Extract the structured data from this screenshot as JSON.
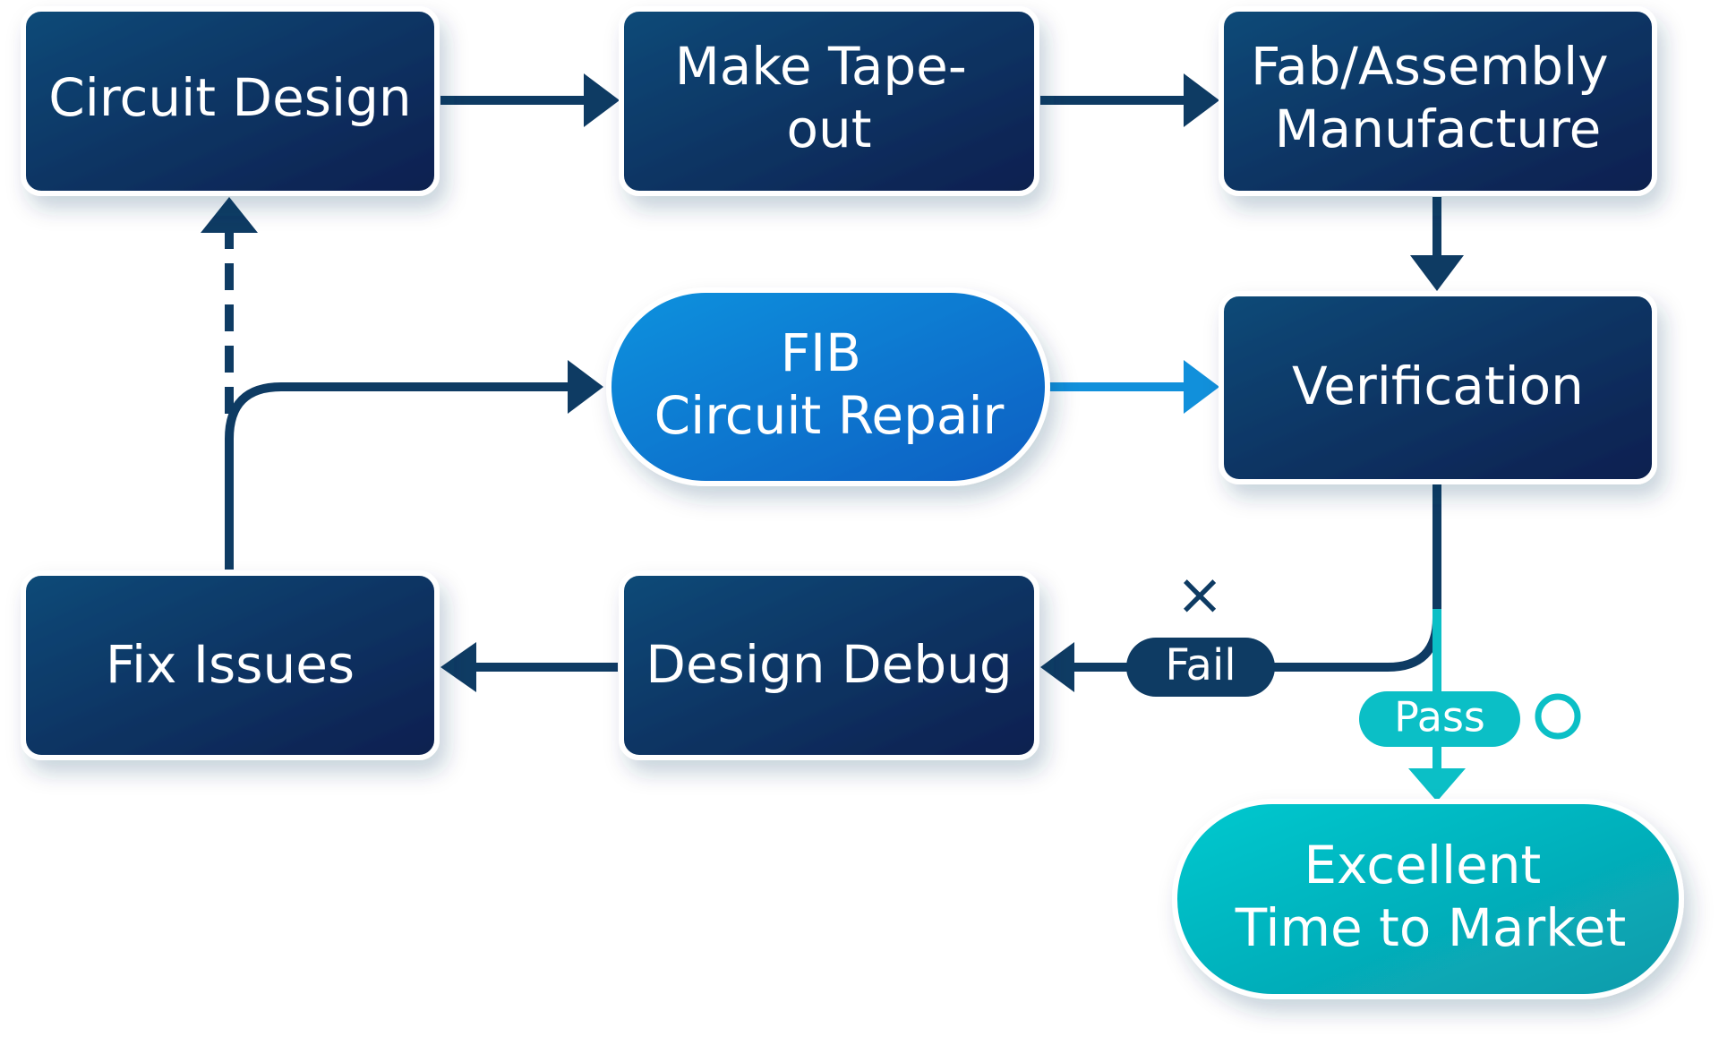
{
  "nodes": {
    "circuit_design": {
      "lines": [
        "Circuit Design"
      ]
    },
    "make_tapeout": {
      "lines": [
        "Make Tape-",
        "out"
      ]
    },
    "fab_assembly": {
      "lines": [
        "Fab/Assembly",
        "Manufacture"
      ]
    },
    "fib_repair": {
      "lines": [
        "FIB",
        "Circuit Repair"
      ]
    },
    "verification": {
      "lines": [
        "Verification"
      ]
    },
    "fix_issues": {
      "lines": [
        "Fix Issues"
      ]
    },
    "design_debug": {
      "lines": [
        "Design Debug"
      ]
    },
    "excellent_ttm": {
      "lines": [
        "Excellent",
        "Time to Market"
      ]
    }
  },
  "labels": {
    "fail": "Fail",
    "pass": "Pass",
    "fail_mark": "×"
  },
  "colors": {
    "navy_light": "#0a4a78",
    "navy_dark": "#0b1f4f",
    "blue_light": "#0a90dc",
    "blue_dark": "#0a62c4",
    "teal_light": "#00c6cc",
    "teal_dark": "#0aa0ad",
    "arrow_navy": "#0e3b63",
    "arrow_blue": "#1190db",
    "arrow_teal": "#0bbfc6"
  }
}
